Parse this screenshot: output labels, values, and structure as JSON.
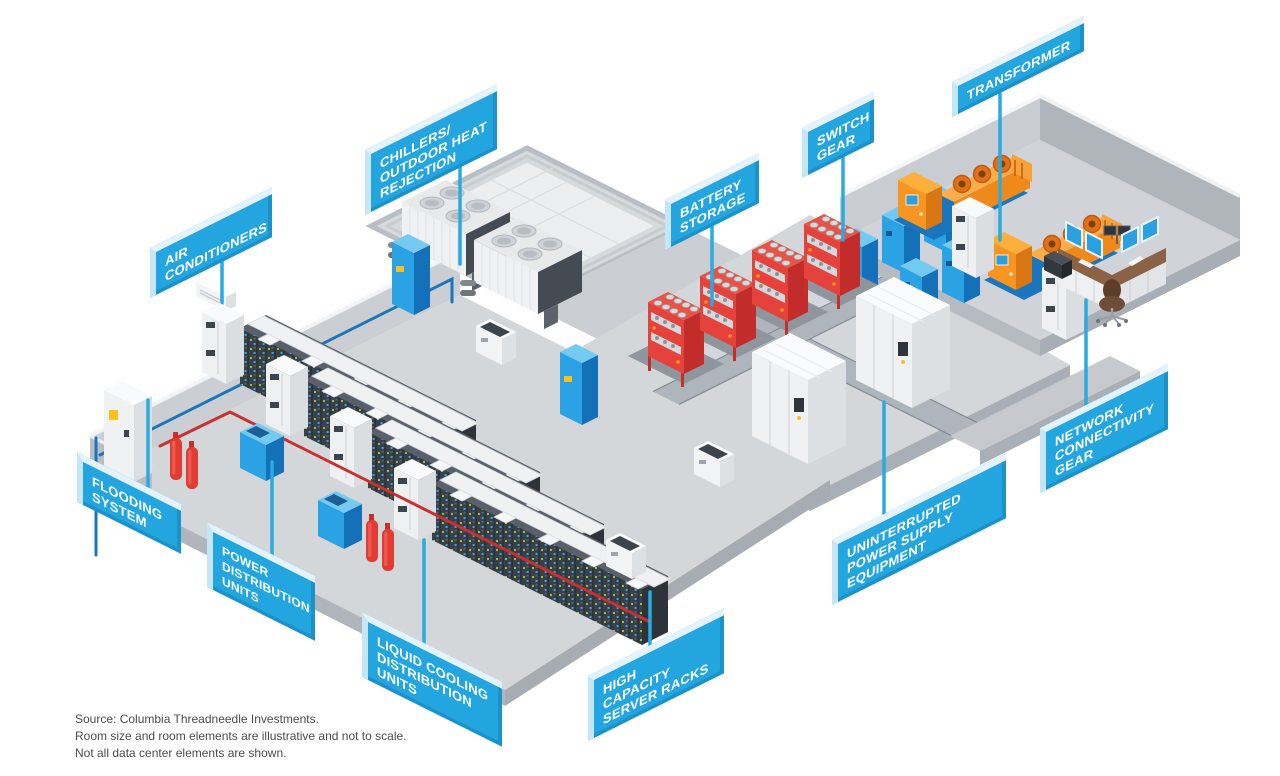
{
  "diagram": {
    "labels": [
      {
        "id": "air-conditioners",
        "text": "AIR\nCONDITIONERS"
      },
      {
        "id": "chillers-outdoor-heat-rejection",
        "text": "CHILLERS/\nOUTDOOR HEAT\nREJECTION"
      },
      {
        "id": "battery-storage",
        "text": "BATTERY\nSTORAGE"
      },
      {
        "id": "switch-gear",
        "text": "SWITCH\nGEAR"
      },
      {
        "id": "transformer",
        "text": "TRANSFORMER"
      },
      {
        "id": "network-connectivity-gear",
        "text": "NETWORK\nCONNECTIVITY\nGEAR"
      },
      {
        "id": "uninterrupted-power-supply-equipment",
        "text": "UNINTERRUPTED\nPOWER SUPPLY\nEQUIPMENT"
      },
      {
        "id": "high-capacity-server-racks",
        "text": "HIGH\nCAPACITY\nSERVER RACKS"
      },
      {
        "id": "liquid-cooling-distribution-units",
        "text": "LIQUID COOLING\nDISTRIBUTION\nUNITS"
      },
      {
        "id": "power-distribution-units",
        "text": "POWER\nDISTRIBUTION\nUNITS"
      },
      {
        "id": "flooding-system",
        "text": "FLOODING\nSYSTEM"
      }
    ],
    "source": {
      "lines": [
        "Source: Columbia Threadneedle Investments.",
        "Room size and room elements are illustrative and not to scale.",
        "Not all data center elements are shown."
      ]
    },
    "colors": {
      "label_blue": "#23A5DF",
      "connector_blue": "#29ABE2",
      "pipe_blue": "#1B75BC",
      "pipe_red": "#C9302E",
      "floor_gray": "#D4D7DA",
      "rack_dark": "#3A4049",
      "equipment_orange": "#F7941E",
      "battery_red": "#E4423B"
    }
  }
}
